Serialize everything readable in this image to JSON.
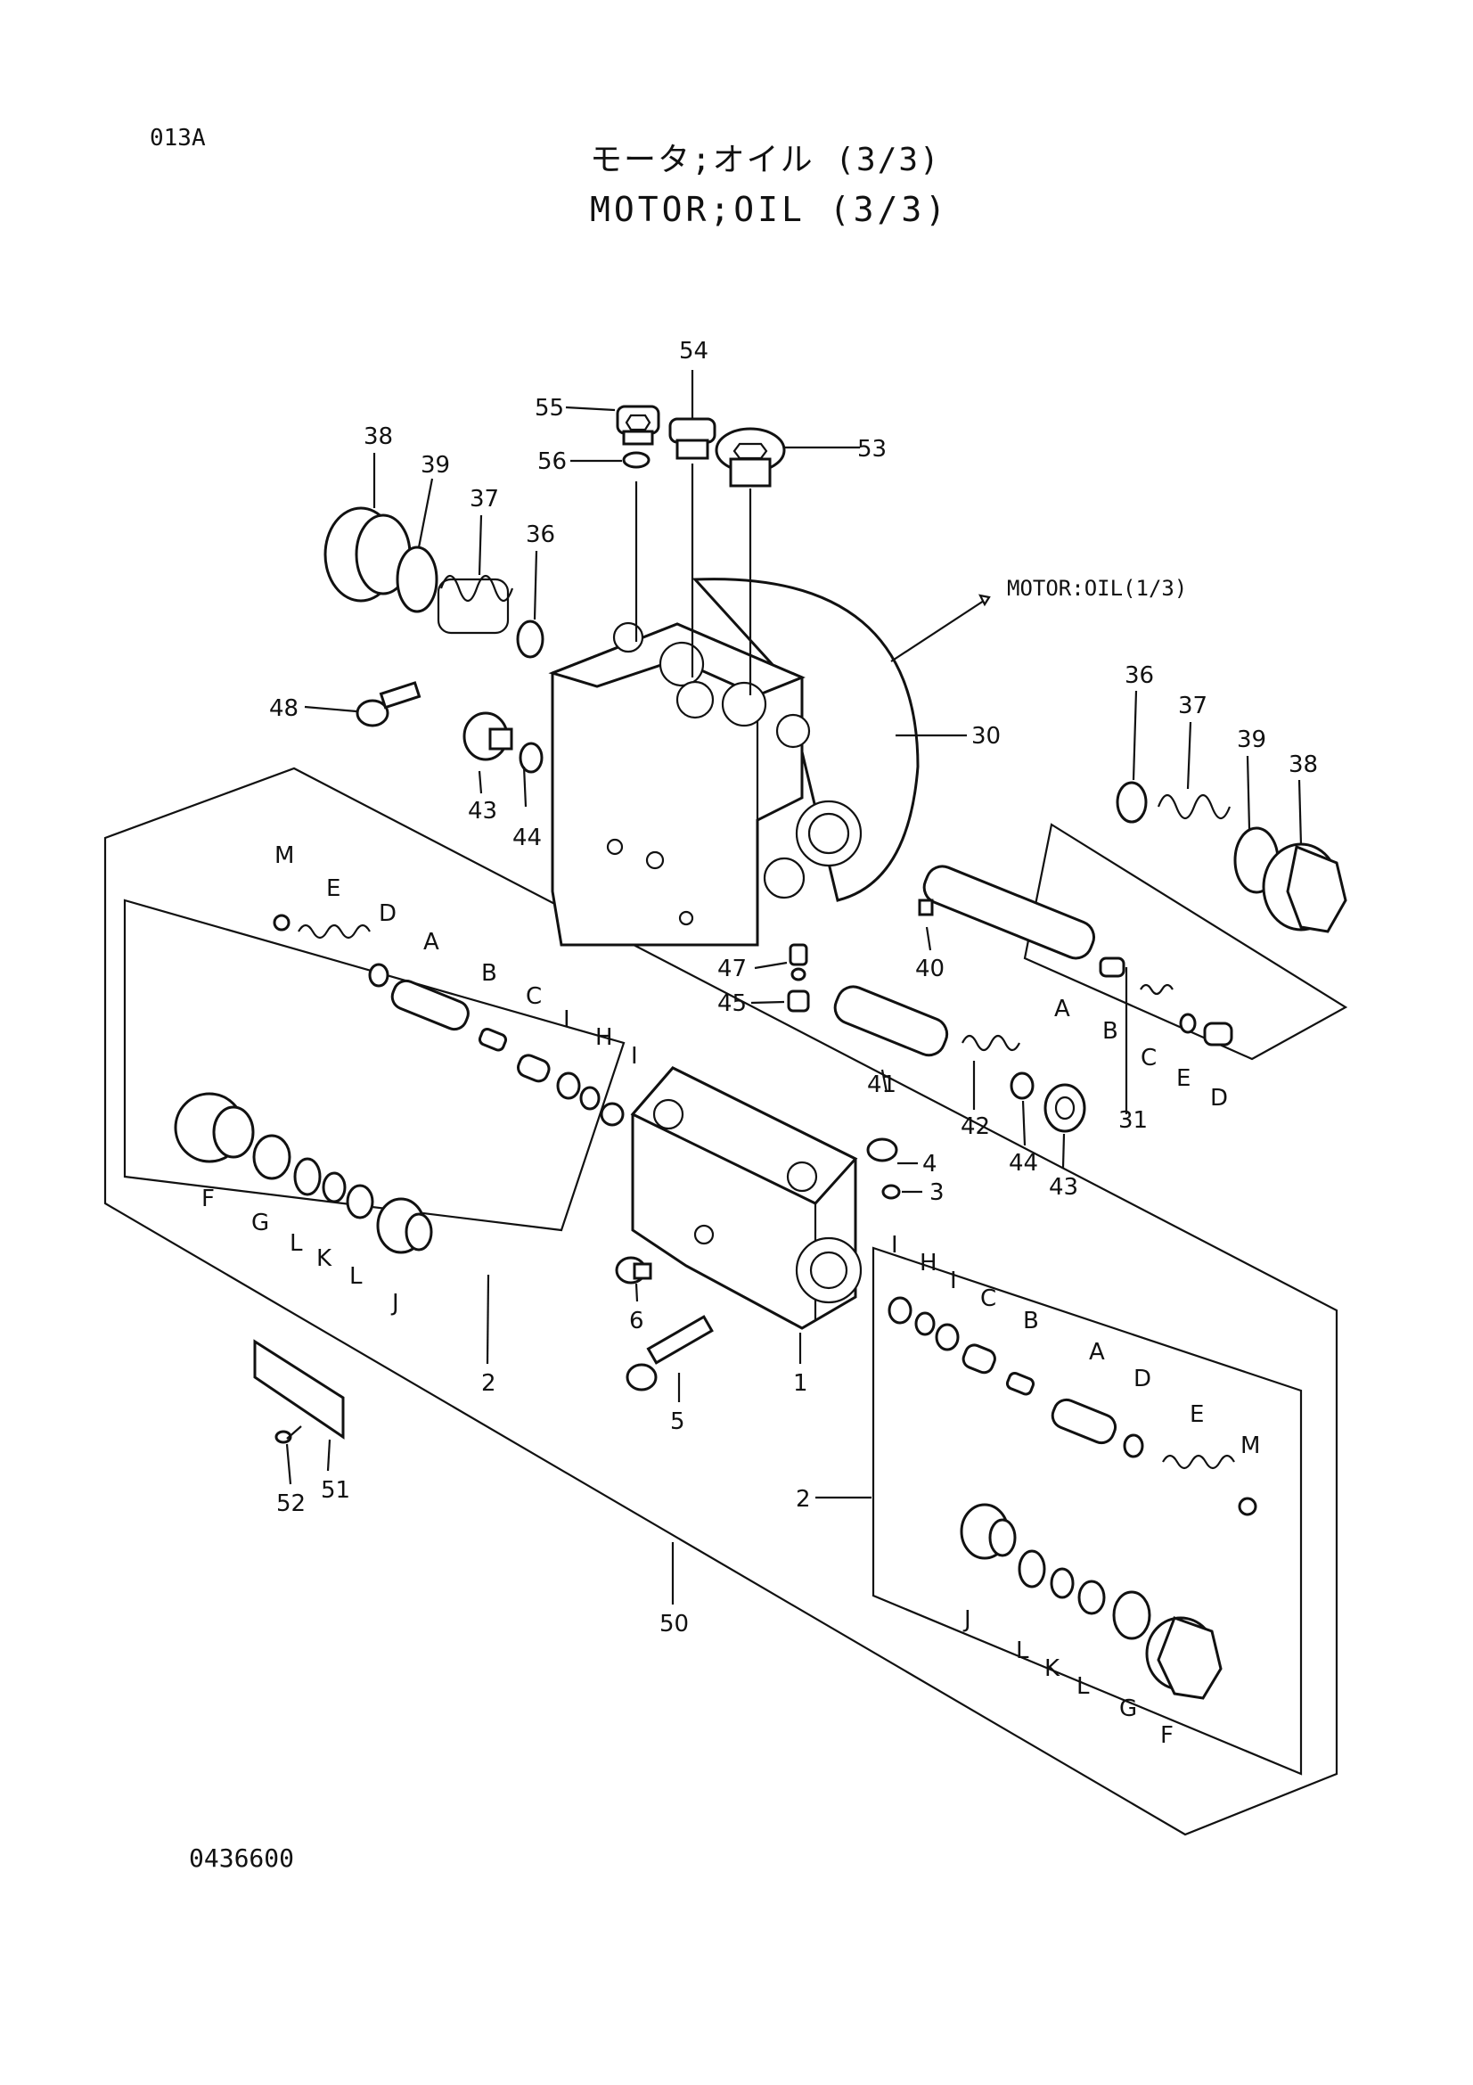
{
  "header": {
    "page_code": "013A",
    "title_jp": "モータ;オイル (3/3)",
    "title_en": "MOTOR;OIL (3/3)"
  },
  "footer": {
    "drawing_number": "0436600"
  },
  "reference_note": "MOTOR:OIL(1/3)",
  "callouts": {
    "n54": "54",
    "n55": "55",
    "n56": "56",
    "n53": "53",
    "n38a": "38",
    "n39a": "39",
    "n37a": "37",
    "n36a": "36",
    "n48": "48",
    "n43a": "43",
    "n44a": "44",
    "n30": "30",
    "n36b": "36",
    "n37b": "37",
    "n39b": "39",
    "n38b": "38",
    "n40": "40",
    "n47": "47",
    "n45": "45",
    "n41": "41",
    "n42": "42",
    "n44b": "44",
    "n43b": "43",
    "n31": "31",
    "n4": "4",
    "n3": "3",
    "n6": "6",
    "n5": "5",
    "n1": "1",
    "n2a": "2",
    "n2b": "2",
    "n51": "51",
    "n52": "52",
    "n50": "50",
    "lA1": "A",
    "lB1": "B",
    "lC1": "C",
    "lE1": "E",
    "lD1": "D",
    "lM1": "M",
    "lE2": "E",
    "lD2": "D",
    "lA2": "A",
    "lB2": "B",
    "lC2": "C",
    "lI2": "I",
    "lH2": "H",
    "lI3": "I",
    "lF1": "F",
    "lG1": "G",
    "lL1": "L",
    "lK1": "K",
    "lL2": "L",
    "lJ1": "J",
    "lI4": "I",
    "lH4": "H",
    "lI5": "I",
    "lC4": "C",
    "lB4": "B",
    "lA4": "A",
    "lD4": "D",
    "lE4": "E",
    "lM4": "M",
    "lJ5": "J",
    "lL5": "L",
    "lK5": "K",
    "lL6": "L",
    "lG5": "G",
    "lF5": "F"
  }
}
